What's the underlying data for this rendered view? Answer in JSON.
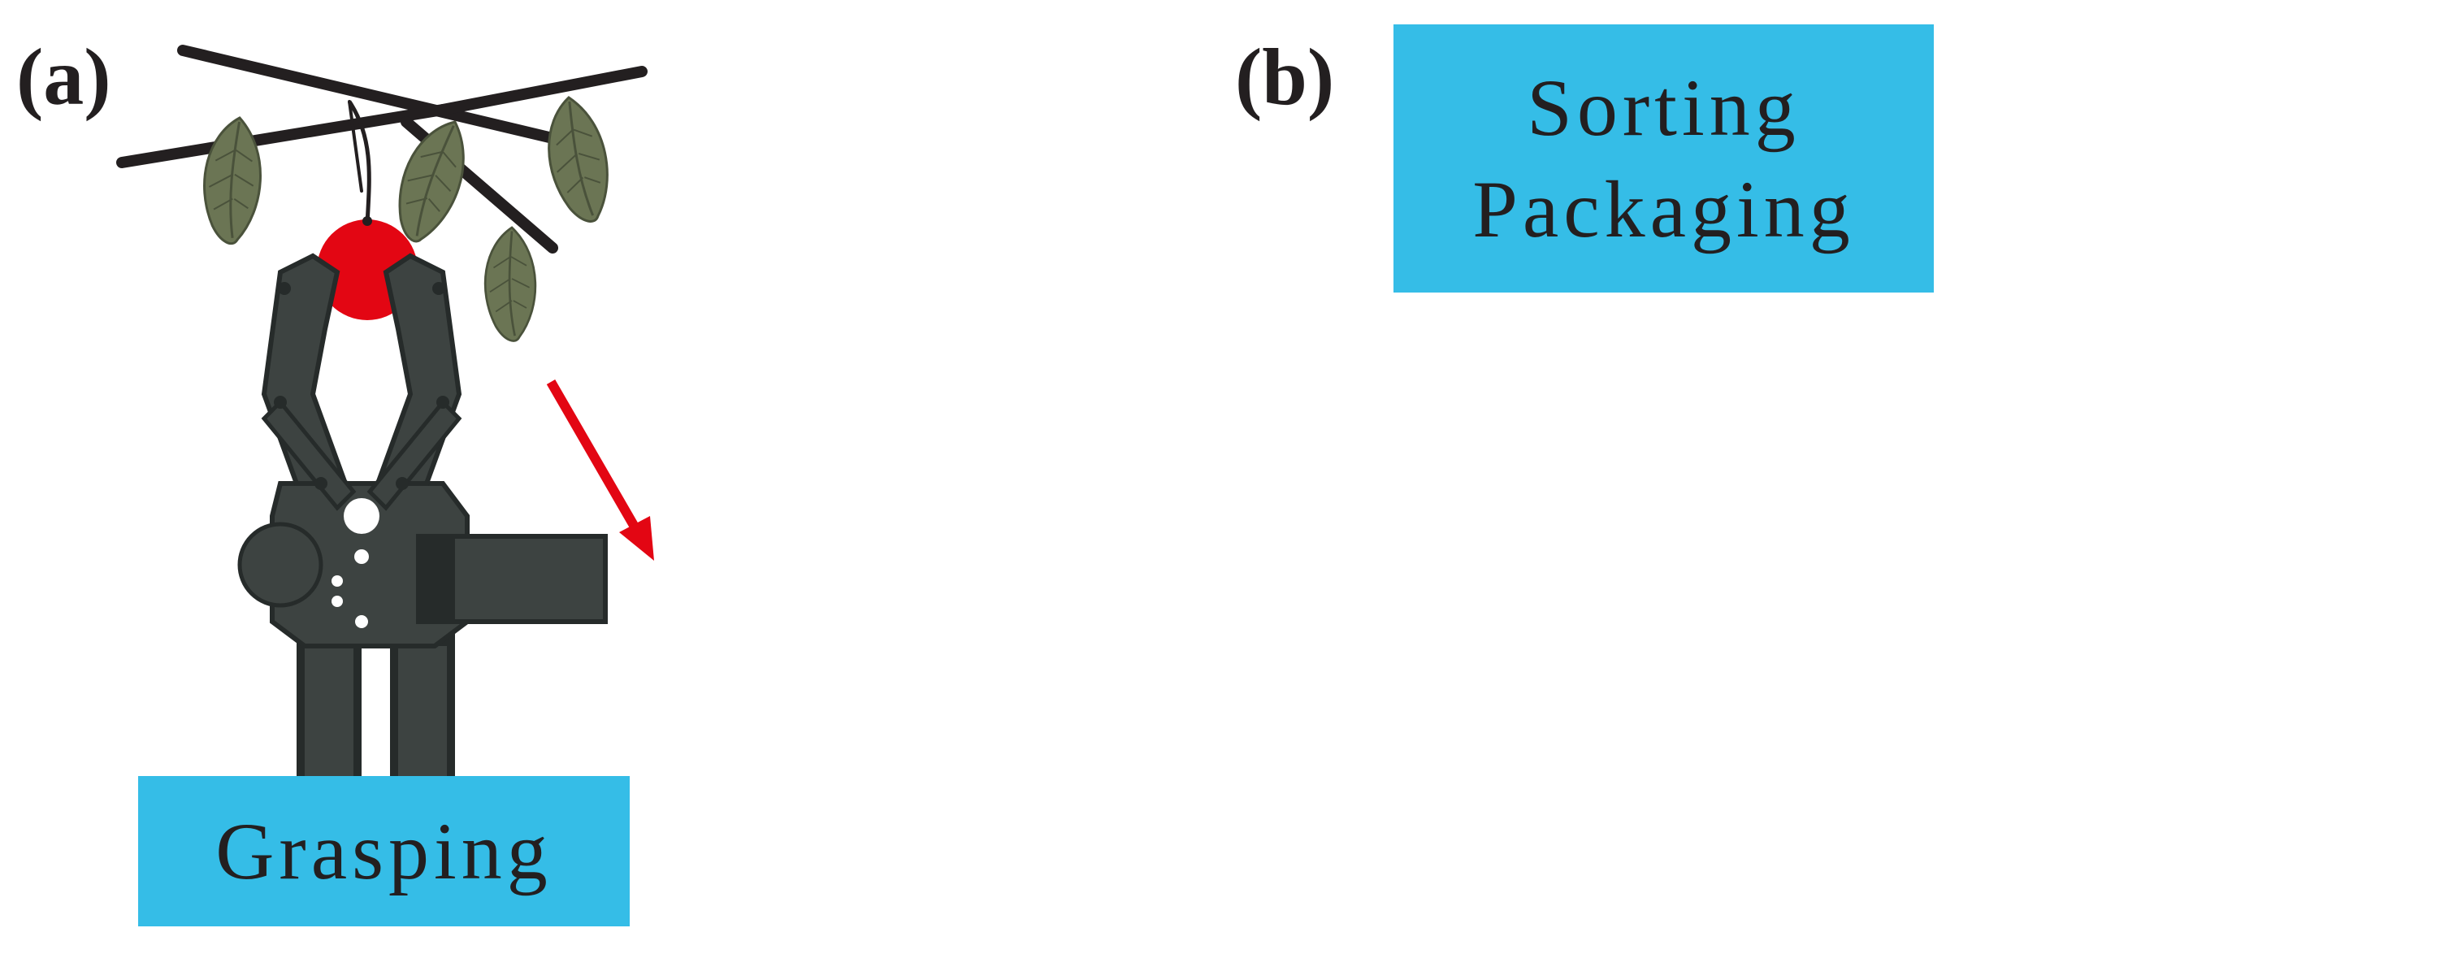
{
  "panels": {
    "a": {
      "label": "(a)",
      "caption": "Grasping"
    },
    "b": {
      "label": "(b)",
      "caption_lines": [
        "Sorting",
        "Packaging"
      ]
    }
  },
  "colors": {
    "cherry": "#e30613",
    "branch": "#231f20",
    "leaf": "#6b7554",
    "gripper": "#3d4341",
    "gripper_dark": "#262b2a",
    "label_box": "#35bde7",
    "conveyor_top": "#6f80a0",
    "conveyor_side": "#7b8bab",
    "arrow": "#e30613",
    "suction_cup": "#c1272d",
    "arm_light": "#cfd2d1"
  },
  "icons": [
    "cherry-icon",
    "leaf-icon",
    "branch-icon",
    "gripper-icon",
    "robot-arm-icon",
    "suction-cup-icon",
    "arrow-icon",
    "conveyor-belt-icon"
  ]
}
